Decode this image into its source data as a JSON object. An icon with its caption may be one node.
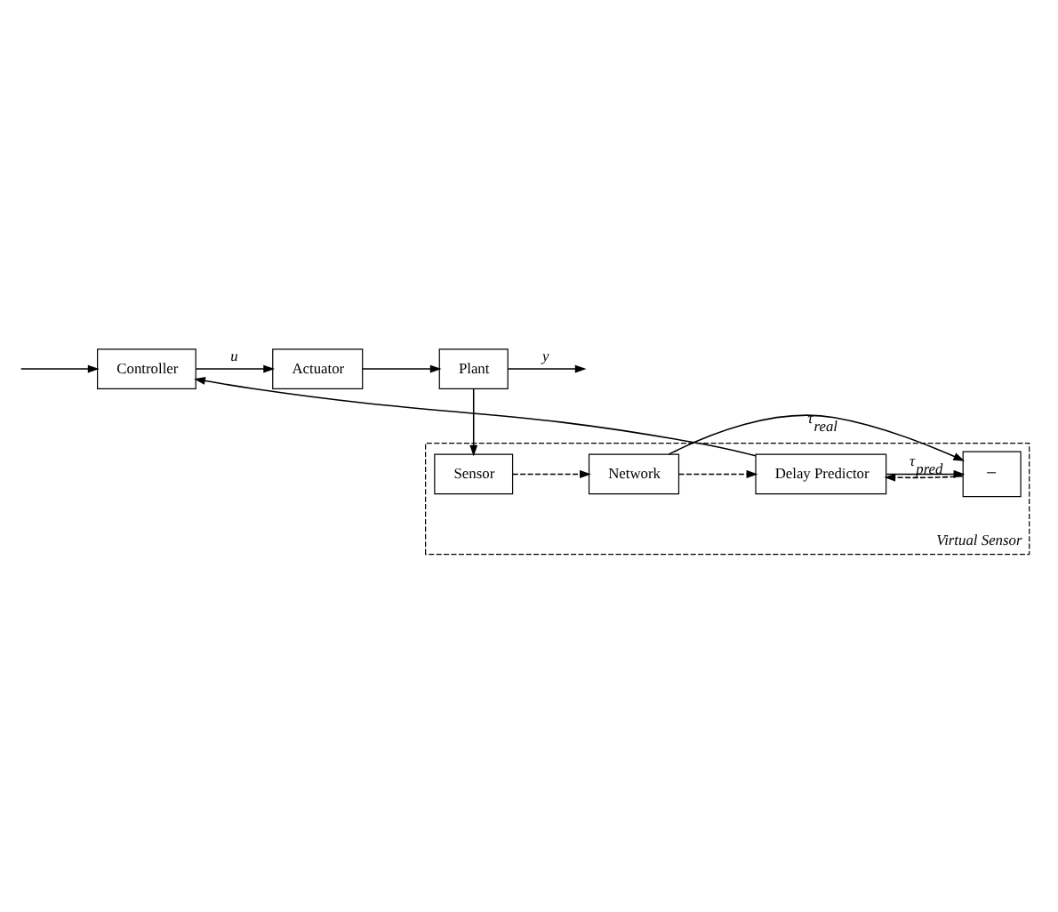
{
  "diagram": {
    "nodes": [
      {
        "text": [
          "Controller"
        ]
      },
      {
        "text": [
          "Actuator"
        ]
      },
      {
        "text": [
          "Plant"
        ]
      },
      {
        "text": [
          "Virtual Sensor"
        ]
      },
      {
        "text": [
          "Delay Predictor"
        ],
        "in": 3
      },
      {
        "text": [
          "Network"
        ],
        "in": 3
      },
      {
        "text": [
          "Sensor"
        ],
        "in": 3
      },
      {
        "text": [
          "−"
        ],
        "in": 3
      }
    ],
    "edges": [
      {
        "from": null,
        "to": 0,
        "arrow": "to"
      },
      {
        "from": 4,
        "to": 0,
        "arrow": "to"
      },
      {
        "from": 0,
        "to": 1,
        "arrow": "to",
        "label": "u"
      },
      {
        "from": 1,
        "to": 2,
        "arrow": "to"
      },
      {
        "from": 2,
        "to": null,
        "arrow": "to",
        "label": "y"
      },
      {
        "from": 2,
        "to": 6,
        "arrow": "to"
      },
      {
        "from": 6,
        "to": 5,
        "arrow": "to",
        "style": "dashed"
      },
      {
        "from": 5,
        "to": 4,
        "arrow": "to",
        "style": "dashed"
      },
      {
        "from": 5,
        "to": 7,
        "arrow": "to",
        "label": "τ$_{real}$"
      },
      {
        "from": 4,
        "to": 7,
        "arrow": "to",
        "label": "τ$_{pred}$"
      },
      {
        "from": 7,
        "to": 4,
        "arrow": "to",
        "style": "dashed"
      }
    ]
  }
}
